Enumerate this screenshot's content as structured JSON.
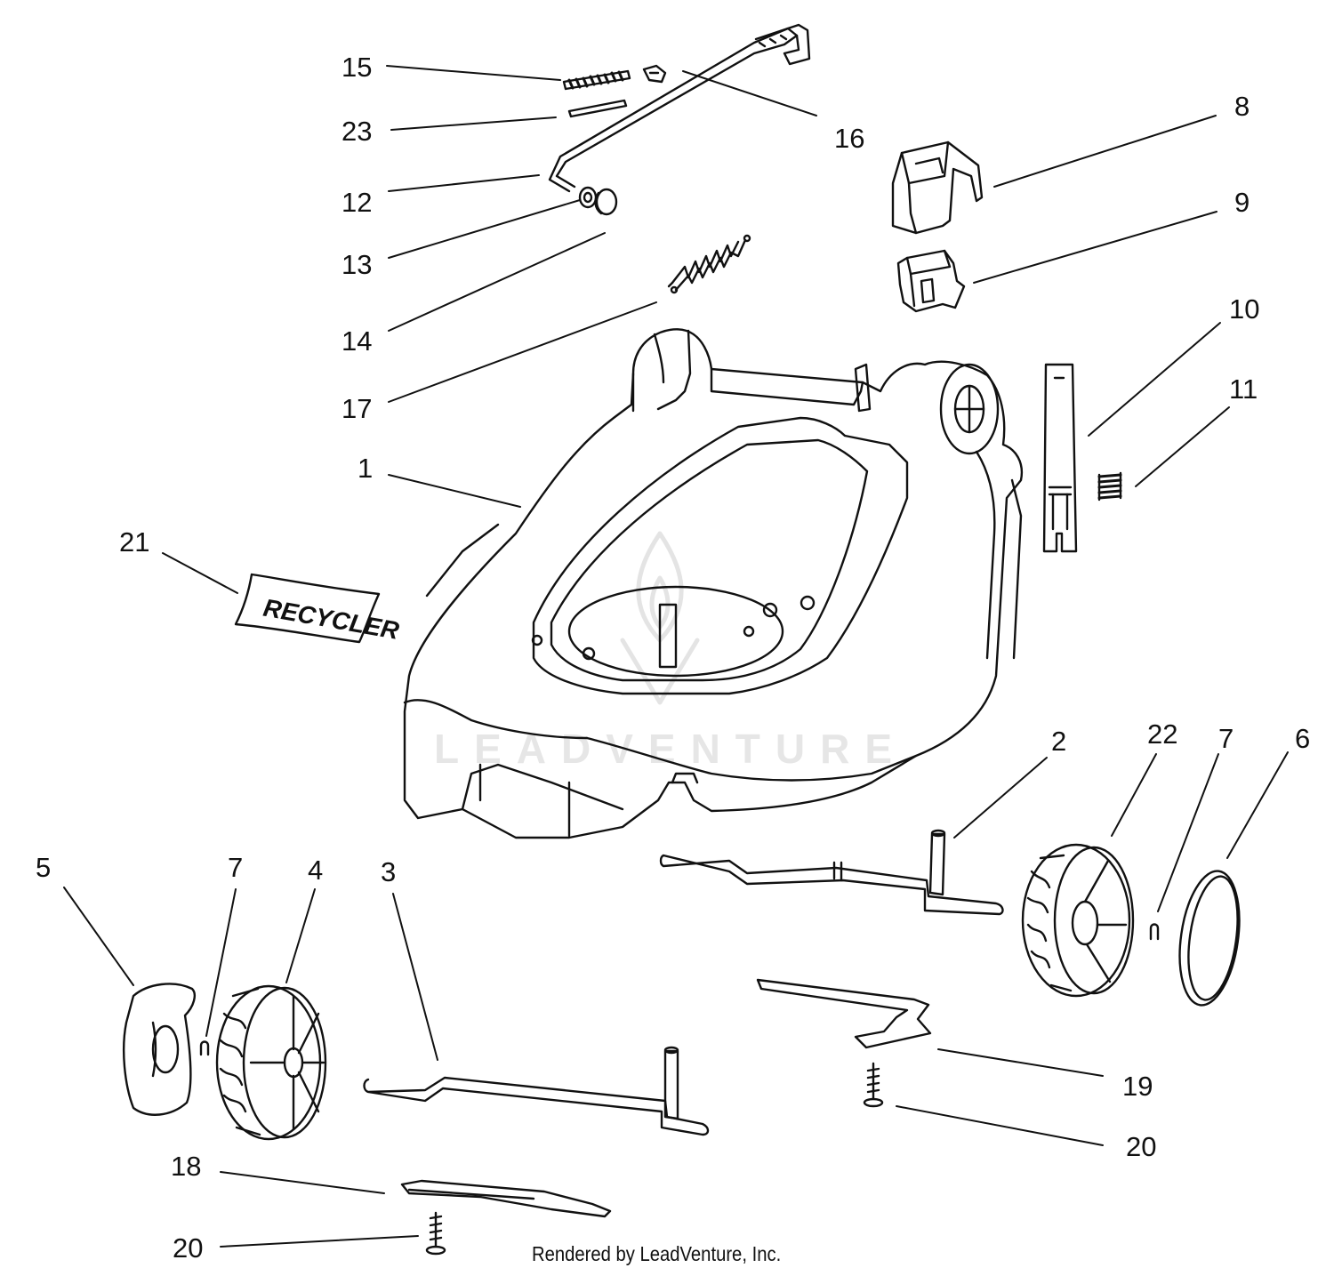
{
  "callouts": {
    "c1": "1",
    "c2": "2",
    "c3": "3",
    "c4": "4",
    "c5": "5",
    "c6": "6",
    "c7a": "7",
    "c7b": "7",
    "c8": "8",
    "c9": "9",
    "c10": "10",
    "c11": "11",
    "c12": "12",
    "c13": "13",
    "c14": "14",
    "c15": "15",
    "c16": "16",
    "c17": "17",
    "c18": "18",
    "c19": "19",
    "c20a": "20",
    "c20b": "20",
    "c21": "21",
    "c22": "22",
    "c23": "23"
  },
  "decal_text": "RECYCLER",
  "watermark_text": "LEADVENTURE",
  "credit_text": "Rendered by LeadVenture, Inc.",
  "colors": {
    "ink": "#111111",
    "watermark": "#e6e6e6",
    "background": "#ffffff"
  }
}
